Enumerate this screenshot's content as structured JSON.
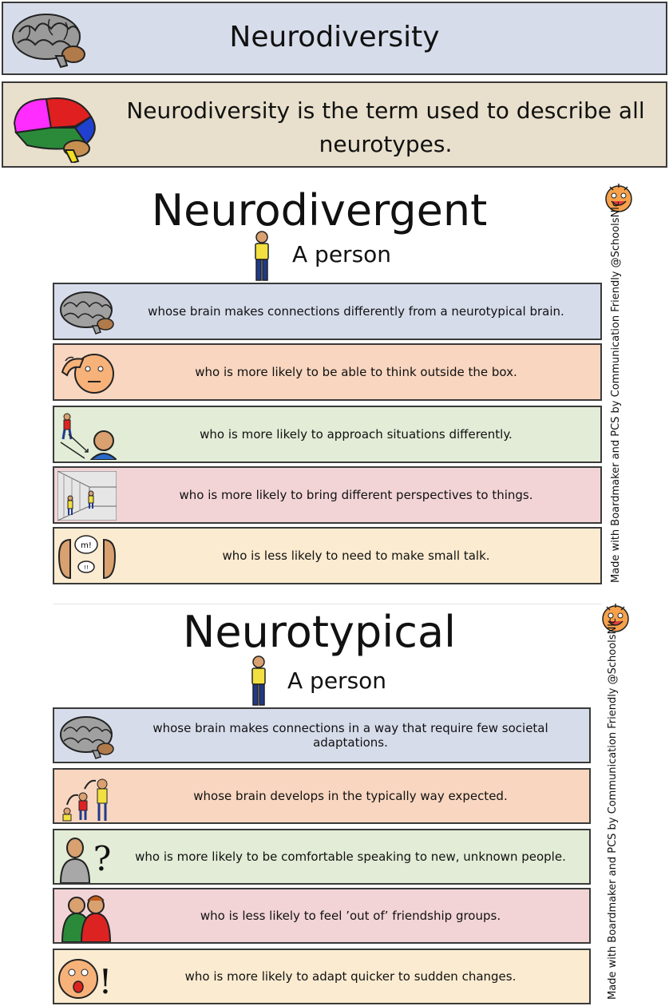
{
  "header": {
    "title": "Neurodiversity",
    "definition": "Neurodiversity is the term used to describe all neurotypes."
  },
  "sections": [
    {
      "heading": "Neurodivergent",
      "subheading": "A person",
      "credit": "Made with Boardmaker and PCS by Communication Friendly @SchoolsNlc",
      "items": [
        {
          "text": "whose brain makes connections differently from a neurotypical brain.",
          "icon": "brain-icon",
          "color": "#d6dcea"
        },
        {
          "text": "who is more likely to be able to think outside the box.",
          "icon": "thinking-face-icon",
          "color": "#f8d6c0"
        },
        {
          "text": "who is more likely to approach situations differently.",
          "icon": "approach-path-icon",
          "color": "#e2ecd6"
        },
        {
          "text": "who is more likely to bring different perspectives to things.",
          "icon": "perspective-room-icon",
          "color": "#f2d4d6"
        },
        {
          "text": "who is less likely to need to make small talk.",
          "icon": "small-talk-icon",
          "color": "#fbebd0"
        }
      ]
    },
    {
      "heading": "Neurotypical",
      "subheading": "A person",
      "credit": "Made with Boardmaker and PCS by Communication Friendly @SchoolsNlc",
      "items": [
        {
          "text": "whose brain makes connections in a way that require few societal adaptations.",
          "icon": "brain-icon",
          "color": "#d6dcea"
        },
        {
          "text": "whose brain develops in the typically way expected.",
          "icon": "growth-stages-icon",
          "color": "#f8d6c0"
        },
        {
          "text": "who is more likely to be comfortable speaking to new, unknown people.",
          "icon": "unknown-person-icon",
          "color": "#e2ecd6"
        },
        {
          "text": "who is less likely to feel ’out of’ friendship groups.",
          "icon": "friends-icon",
          "color": "#f2d4d6"
        },
        {
          "text": "who is more likely to adapt quicker to sudden changes.",
          "icon": "surprised-face-icon",
          "color": "#fbebd0"
        }
      ]
    }
  ]
}
